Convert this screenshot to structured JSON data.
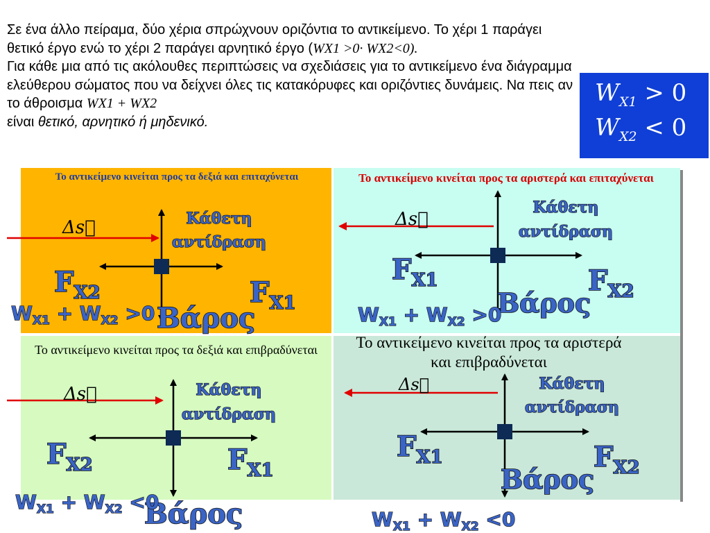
{
  "intro": {
    "p1_part1": " Σε ένα άλλο πείραμα, δύο χέρια σπρώχνουν οριζόντια το αντικείμενο. Το χέρι 1  παράγει  θετικό έργο ενώ το χέρι 2 παράγει αρνητικό έργο (",
    "p1_math": "WX1 >0· WX2<0).",
    "p2_part1": "Για κάθε μια από τις ακόλουθες περιπτώσεις να σχεδιάσεις για το αντικείμενο ένα διάγραμμα ελεύθερου σώματος που να δείχνει όλες τις κατακόρυφες και οριζόντιες δυνάμεις. Να πεις αν το άθροισμα ",
    "p2_math": "WX1 + WX2",
    "p2_part2": " είναι ",
    "p2_italic": "θετικό, αρνητικό  ή  μηδενικό."
  },
  "callout": {
    "line1_var": "W",
    "line1_sub": "X1",
    "line1_rel": "> 0",
    "line2_var": "W",
    "line2_sub": "X2",
    "line2_rel": "< 0",
    "color": "#0f3fd6"
  },
  "labels": {
    "displacement": "Δs⃗",
    "normal_line1": "Κάθετη",
    "normal_line2": "αντίδραση",
    "weight": "Βάρος",
    "force1_main": "F",
    "force1_sub": "X1",
    "force2_main": "F",
    "force2_sub": "X2",
    "sum_w": "W",
    "sum_sub1": "X1",
    "sum_plus": " + W",
    "sum_sub2": "X2"
  },
  "panels": [
    {
      "caption": "Το αντικείμενο κινείται προς τα δεξιά και επιταχύνεται",
      "sum_rel": " >0",
      "background": "#ffb400"
    },
    {
      "caption": "Το αντικείμενο κινείται προς τα αριστερά και επιταχύνεται",
      "sum_rel": " >0",
      "background": "#c8fdf1"
    },
    {
      "caption": "Το αντικείμενο κινείται προς τα δεξιά και επιβραδύνεται",
      "sum_rel": " <0",
      "background": "#d6fac0"
    },
    {
      "caption": "Το αντικείμενο κινείται προς τα αριστερά και επιβραδύνεται",
      "sum_rel": " <0",
      "background": "#c9e8d9"
    }
  ],
  "colors": {
    "arrow_red": "#e00000",
    "object_square": "#0d2b55",
    "label_blue": "#3a64c6"
  }
}
